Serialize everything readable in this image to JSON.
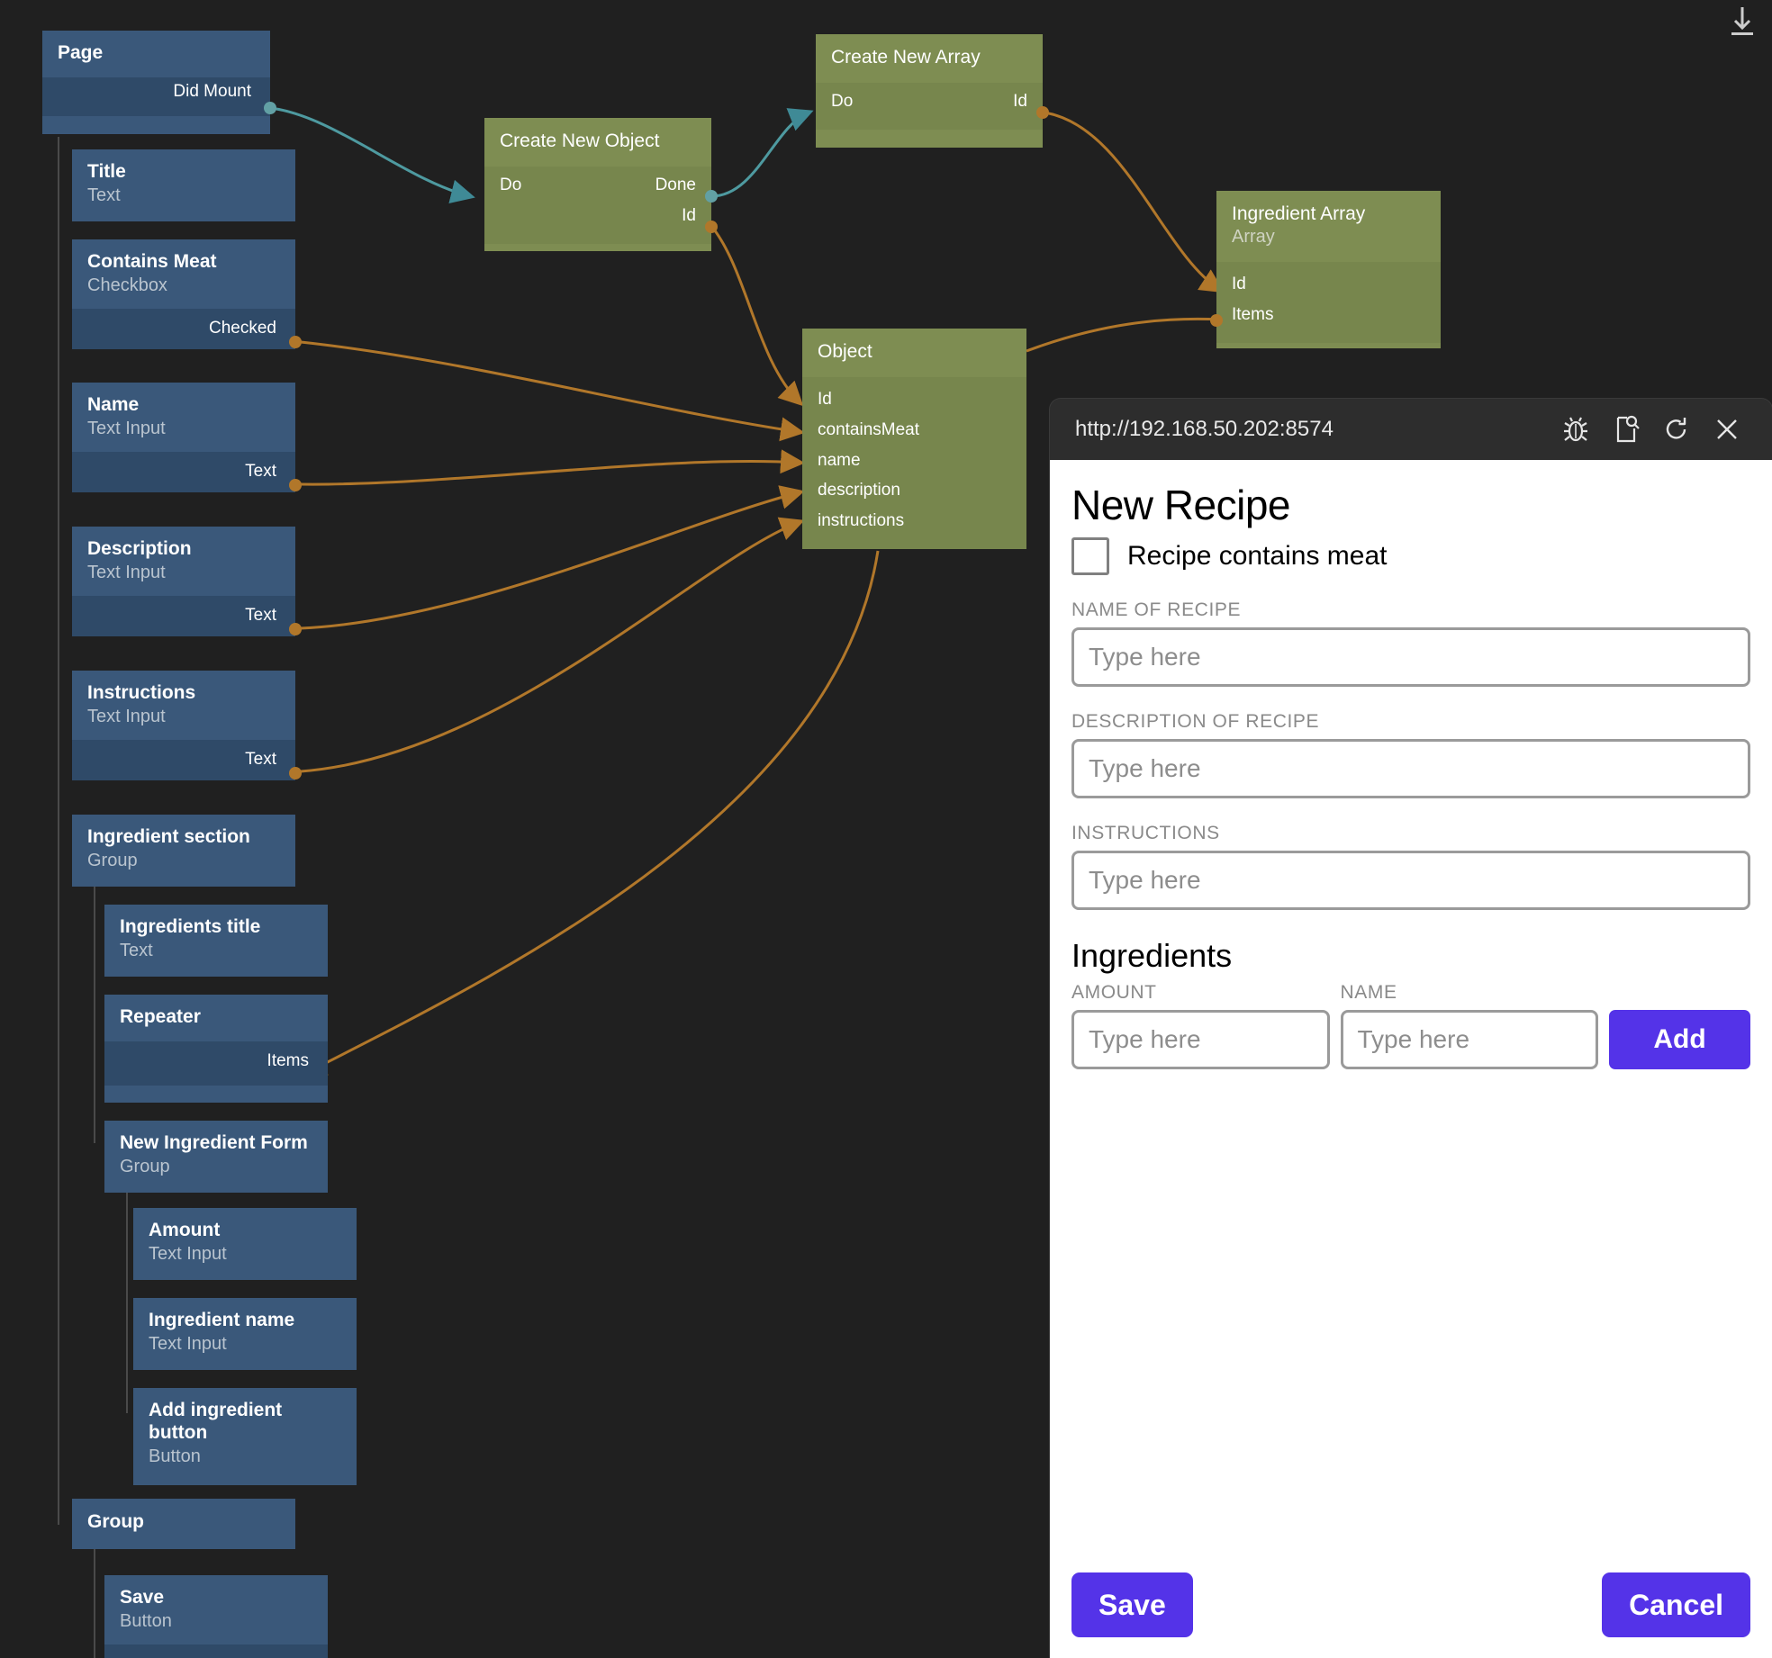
{
  "app": {
    "canvas_bg": "#202020",
    "tree_node_color": "#3a587a",
    "graph_node_color": "#7e8d52",
    "accent": "#5433e8",
    "wire_signal_color": "#62a0a4",
    "wire_data_color": "#b1772a",
    "download_icon": "download-icon"
  },
  "tree": {
    "root": {
      "name": "Page",
      "ports": [
        "Did Mount"
      ]
    },
    "items": [
      {
        "name": "Title",
        "type": "Text",
        "ports": []
      },
      {
        "name": "Contains Meat",
        "type": "Checkbox",
        "ports": [
          "Checked"
        ]
      },
      {
        "name": "Name",
        "type": "Text Input",
        "ports": [
          "Text"
        ]
      },
      {
        "name": "Description",
        "type": "Text Input",
        "ports": [
          "Text"
        ]
      },
      {
        "name": "Instructions",
        "type": "Text Input",
        "ports": [
          "Text"
        ]
      },
      {
        "name": "Ingredient section",
        "type": "Group",
        "ports": []
      },
      {
        "name": "Ingredients title",
        "type": "Text",
        "ports": []
      },
      {
        "name": "Repeater",
        "type": "",
        "ports": [
          "Items"
        ]
      },
      {
        "name": "New Ingredient Form",
        "type": "Group",
        "ports": []
      },
      {
        "name": "Amount",
        "type": "Text Input",
        "ports": []
      },
      {
        "name": "Ingredient name",
        "type": "Text Input",
        "ports": []
      },
      {
        "name": "Add ingredient button",
        "type": "Button",
        "ports": []
      },
      {
        "name": "Group",
        "type": "",
        "ports": []
      },
      {
        "name": "Save",
        "type": "Button",
        "ports": []
      }
    ]
  },
  "graph": {
    "nodes": [
      {
        "id": "create-new-object",
        "name": "Create New Object",
        "type": "",
        "inputs": [
          "Do"
        ],
        "outputs": [
          "Done",
          "Id"
        ]
      },
      {
        "id": "create-new-array",
        "name": "Create New Array",
        "type": "",
        "inputs": [
          "Do"
        ],
        "outputs": [
          "Id"
        ]
      },
      {
        "id": "ingredient-array",
        "name": "Ingredient Array",
        "type": "Array",
        "inputs": [
          "Id",
          "Items"
        ],
        "outputs": []
      },
      {
        "id": "object",
        "name": "Object",
        "type": "",
        "inputs": [
          "Id",
          "containsMeat",
          "name",
          "description",
          "instructions"
        ],
        "outputs": []
      }
    ]
  },
  "preview": {
    "url": "http://192.168.50.202:8574",
    "toolbar_icons": [
      "bug-icon",
      "inspect-page-icon",
      "reload-icon",
      "close-icon"
    ],
    "form": {
      "title": "New Recipe",
      "checkbox_label": "Recipe contains meat",
      "checkbox_checked": false,
      "fields": [
        {
          "label": "NAME OF RECIPE",
          "value": "",
          "placeholder": "Type here"
        },
        {
          "label": "DESCRIPTION OF RECIPE",
          "value": "",
          "placeholder": "Type here"
        },
        {
          "label": "INSTRUCTIONS",
          "value": "",
          "placeholder": "Type here"
        }
      ],
      "ingredients_heading": "Ingredients",
      "ingredient_fields": [
        {
          "label": "AMOUNT",
          "value": "",
          "placeholder": "Type here"
        },
        {
          "label": "NAME",
          "value": "",
          "placeholder": "Type here"
        }
      ],
      "add_button": "Add",
      "save_button": "Save",
      "cancel_button": "Cancel"
    }
  }
}
